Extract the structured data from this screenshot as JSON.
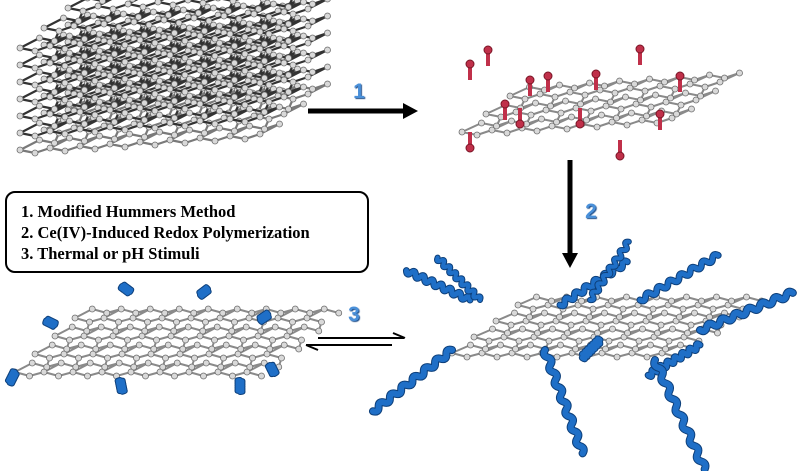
{
  "steps": [
    {
      "number": "1"
    },
    {
      "number": "2"
    },
    {
      "number": "3"
    }
  ],
  "legend": [
    "1. Modified Hummers Method",
    "2. Ce(IV)-Induced Redox Polymerization",
    "3. Thermal or pH Stimuli"
  ],
  "colors": {
    "bond": "#8a8a8a",
    "atom": "#d9d9d9",
    "functional_group": "#c0304a",
    "polymer_chain": "#1f6fc7",
    "arrow": "#000000",
    "step_number": "#4a90d9"
  }
}
